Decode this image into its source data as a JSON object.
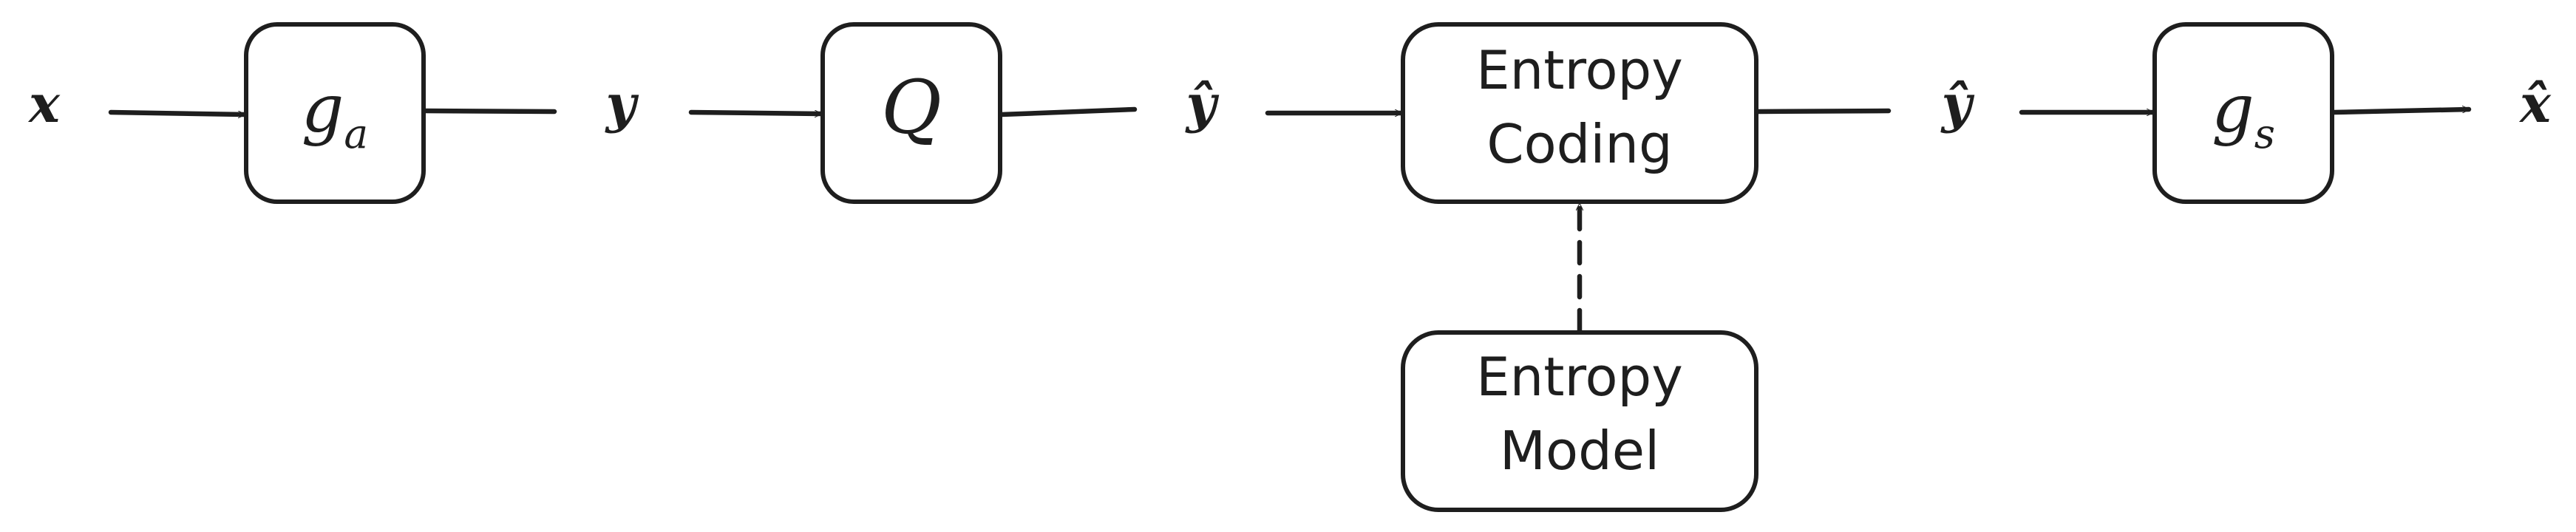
{
  "diagram": {
    "signals": {
      "x": "x",
      "y": "y",
      "y_hat_1": "ŷ",
      "y_hat_2": "ŷ",
      "x_hat": "x̂"
    },
    "boxes": {
      "analysis": {
        "base": "g",
        "sub": "a"
      },
      "quantizer": {
        "label": "Q"
      },
      "entropy_coding": {
        "line1": "Entropy",
        "line2": "Coding"
      },
      "synthesis": {
        "base": "g",
        "sub": "s"
      },
      "entropy_model": {
        "line1": "Entropy",
        "line2": "Model"
      }
    }
  },
  "colors": {
    "stroke": "#1e1e1e",
    "background": "#ffffff"
  }
}
